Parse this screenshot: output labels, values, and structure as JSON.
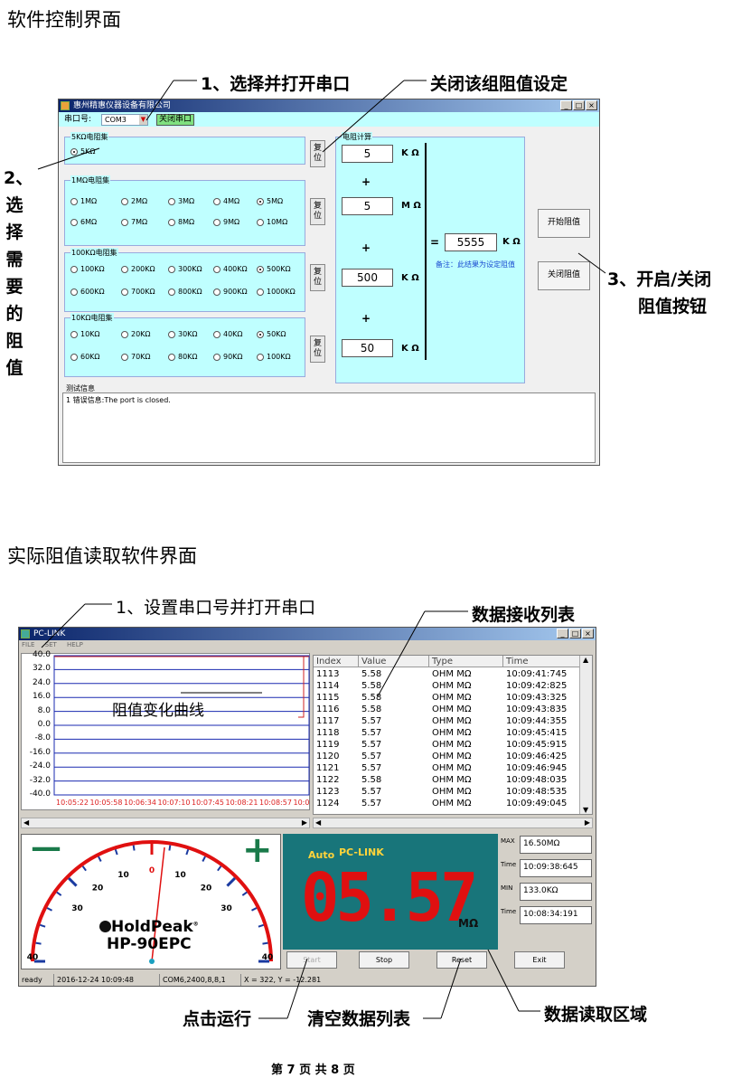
{
  "section1_title": "软件控制界面",
  "section2_title": "实际阻值读取软件界面",
  "footer": "第 7 页 共 8 页",
  "callouts1": {
    "open_port": "1、选择并打开串口",
    "close_group": "关闭该组阻值设定",
    "select_left": [
      "2、",
      "选",
      "择",
      "需",
      "要",
      "的",
      "阻",
      "值"
    ],
    "toggle_line1": "3、开启/关闭",
    "toggle_line2": "阻值按钮"
  },
  "callouts2": {
    "set_port": "1、设置串口号并打开串口",
    "list": "数据接收列表",
    "curve": "阻值变化曲线",
    "run": "点击运行",
    "clear": "清空数据列表",
    "area": "数据读取区域"
  },
  "window1": {
    "title": "惠州精惠仪器设备有限公司",
    "port_label": "串口号:",
    "port_value": "COM3",
    "close_port_button": "关闭串口",
    "groups": [
      {
        "label": "5KΩ电阻集",
        "options": [
          "5KΩ"
        ],
        "selected": 0
      },
      {
        "label": "1MΩ电阻集",
        "options": [
          "1MΩ",
          "2MΩ",
          "3MΩ",
          "4MΩ",
          "5MΩ",
          "6MΩ",
          "7MΩ",
          "8MΩ",
          "9MΩ",
          "10MΩ"
        ],
        "selected": 4
      },
      {
        "label": "100KΩ电阻集",
        "options": [
          "100KΩ",
          "200KΩ",
          "300KΩ",
          "400KΩ",
          "500KΩ",
          "600KΩ",
          "700KΩ",
          "800KΩ",
          "900KΩ",
          "1000KΩ"
        ],
        "selected": 4
      },
      {
        "label": "10KΩ电阻集",
        "options": [
          "10KΩ",
          "20KΩ",
          "30KΩ",
          "40KΩ",
          "50KΩ",
          "60KΩ",
          "70KΩ",
          "80KΩ",
          "90KΩ",
          "100KΩ"
        ],
        "selected": 4
      }
    ],
    "reset_label": "复位",
    "calc_label": "电阻计算",
    "values": [
      "5",
      "5",
      "500",
      "50"
    ],
    "units": [
      "K Ω",
      "M Ω",
      "K Ω",
      "K Ω"
    ],
    "plus": "+",
    "equals": "=",
    "result_value": "5555",
    "result_unit": "K Ω",
    "note": "备注：此结果为设定阻值",
    "start_button": "开始阻值",
    "stop_button": "关闭阻值",
    "log_label": "测试信息",
    "log_line": "1 错误信息:The port is closed."
  },
  "window2": {
    "title": "PC-LINK",
    "menu": [
      "FILE",
      "SET",
      "HELP"
    ],
    "chart_data": {
      "type": "line",
      "yticks": [
        "40.0",
        "32.0",
        "24.0",
        "16.0",
        "8.0",
        "0.0",
        "-8.0",
        "-16.0",
        "-24.0",
        "-32.0",
        "-40.0"
      ],
      "ylim": [
        -40,
        40
      ],
      "xticks": [
        "10:05:22",
        "10:05:58",
        "10:06:34",
        "10:07:10",
        "10:07:45",
        "10:08:21",
        "10:08:57",
        "10:0"
      ],
      "grid": true
    },
    "table": {
      "headers": [
        "Index",
        "Value",
        "Type",
        "Time"
      ],
      "rows": [
        [
          "1113",
          "5.58",
          "OHM MΩ",
          "10:09:41:745"
        ],
        [
          "1114",
          "5.58",
          "OHM MΩ",
          "10:09:42:825"
        ],
        [
          "1115",
          "5.58",
          "OHM MΩ",
          "10:09:43:325"
        ],
        [
          "1116",
          "5.58",
          "OHM MΩ",
          "10:09:43:835"
        ],
        [
          "1117",
          "5.57",
          "OHM MΩ",
          "10:09:44:355"
        ],
        [
          "1118",
          "5.57",
          "OHM MΩ",
          "10:09:45:415"
        ],
        [
          "1119",
          "5.57",
          "OHM MΩ",
          "10:09:45:915"
        ],
        [
          "1120",
          "5.57",
          "OHM MΩ",
          "10:09:46:425"
        ],
        [
          "1121",
          "5.57",
          "OHM MΩ",
          "10:09:46:945"
        ],
        [
          "1122",
          "5.58",
          "OHM MΩ",
          "10:09:48:035"
        ],
        [
          "1123",
          "5.57",
          "OHM MΩ",
          "10:09:48:535"
        ],
        [
          "1124",
          "5.57",
          "OHM MΩ",
          "10:09:49:045"
        ]
      ]
    },
    "gauge": {
      "labels": [
        "0",
        "10",
        "20",
        "30",
        "40",
        "10",
        "20",
        "30",
        "40"
      ],
      "brand": "HoldPeak",
      "model": "HP-90EPC",
      "minus": "—",
      "plus": "+"
    },
    "display": {
      "mode": "Auto",
      "brand": "PC-LINK",
      "reading": "05.57",
      "unit": "MΩ"
    },
    "stats": {
      "max_label": "MAX",
      "max_value": "16.50MΩ",
      "time_label": "Time",
      "max_time": "10:09:38:645",
      "min_label": "MIN",
      "min_value": "133.0KΩ",
      "min_time": "10:08:34:191"
    },
    "buttons": {
      "start": "Start",
      "stop": "Stop",
      "reset": "Reset",
      "exit": "Exit"
    },
    "status": [
      "ready",
      "2016-12-24 10:09:48",
      "COM6,2400,8,8,1",
      "X = 322, Y = -12.281"
    ],
    "colors": {
      "display_bg": "#18757a",
      "segment": "#e01010",
      "gauge_arc": "#e01010",
      "gauge_ticks": "#1a3aa0",
      "green_sign": "#1a7a4a"
    }
  }
}
